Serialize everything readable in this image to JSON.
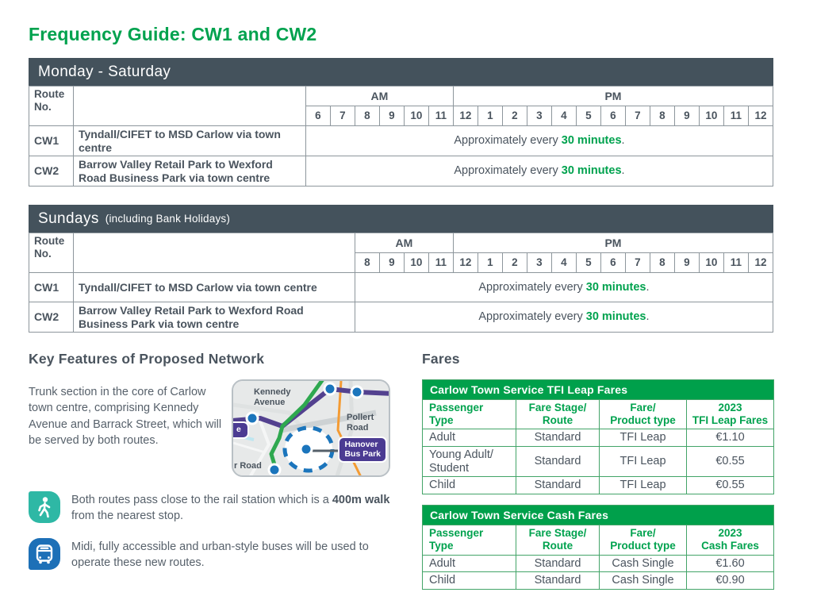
{
  "page_title": "Frequency Guide: CW1 and CW2",
  "colors": {
    "brand_green": "#00a24e",
    "banner_green": "#00a04b",
    "header_slate": "#44525c",
    "body_text": "#4a545e",
    "walk_icon_teal": "#2eb8a5",
    "bus_icon_blue": "#1d70b7",
    "map_route_purple": "#53418f",
    "map_route_green": "#2ea84f",
    "map_route_orange": "#f49b33",
    "map_stop_blue": "#1b75bc"
  },
  "monday_table": {
    "title": "Monday - Saturday",
    "route_no_header": "Route\nNo.",
    "am_label": "AM",
    "pm_label": "PM",
    "am_hours": [
      "6",
      "7",
      "8",
      "9",
      "10",
      "11"
    ],
    "pm_hours": [
      "12",
      "1",
      "2",
      "3",
      "4",
      "5",
      "6",
      "7",
      "8",
      "9",
      "10",
      "11",
      "12"
    ],
    "rows": [
      {
        "route": "CW1",
        "description": "Tyndall/CIFET to MSD Carlow via town centre",
        "freq_before": "Approximately every ",
        "freq_green": "30 minutes",
        "freq_after": "."
      },
      {
        "route": "CW2",
        "description": "Barrow Valley Retail Park to Wexford Road Business Park via town centre",
        "freq_before": "Approximately every ",
        "freq_green": "30 minutes",
        "freq_after": "."
      }
    ]
  },
  "sunday_table": {
    "title": "Sundays",
    "subtitle": "(including Bank Holidays)",
    "route_no_header": "Route\nNo.",
    "am_label": "AM",
    "pm_label": "PM",
    "am_hours": [
      "8",
      "9",
      "10",
      "11"
    ],
    "pm_hours": [
      "12",
      "1",
      "2",
      "3",
      "4",
      "5",
      "6",
      "7",
      "8",
      "9",
      "10",
      "11",
      "12"
    ],
    "rows": [
      {
        "route": "CW1",
        "description": "Tyndall/CIFET to MSD Carlow via town centre",
        "freq_before": "Approximately every ",
        "freq_green": "30 minutes",
        "freq_after": "."
      },
      {
        "route": "CW2",
        "description": "Barrow Valley Retail Park to Wexford Road Business Park via town centre",
        "freq_before": "Approximately every ",
        "freq_green": "30 minutes",
        "freq_after": "."
      }
    ]
  },
  "key_features": {
    "heading": "Key Features of Proposed Network",
    "paragraph": "Trunk section in the core of Carlow town centre, comprising Kennedy Avenue and Barrack Street, which will be served by both routes.",
    "map_labels": {
      "kennedy": "Kennedy\nAvenue",
      "pollerton": "Pollert\nRoad",
      "road": "r Road",
      "hanover": "Hanover\nBus Park",
      "cut_label": "e"
    },
    "bullets": [
      {
        "icon": "walk-icon",
        "before": "Both routes pass close to the rail station which is a ",
        "bold": "400m walk",
        "after": " from the nearest stop."
      },
      {
        "icon": "bus-icon",
        "before": "Midi, fully accessible and urban-style buses will be used to operate these new routes.",
        "bold": "",
        "after": ""
      }
    ]
  },
  "fares": {
    "heading": "Fares",
    "tables": [
      {
        "title": "Carlow Town Service TFI Leap Fares",
        "columns": [
          "Passenger\nType",
          "Fare Stage/\nRoute",
          "Fare/\nProduct type",
          "2023\nTFI Leap Fares"
        ],
        "rows": [
          [
            "Adult",
            "Standard",
            "TFI Leap",
            "€1.10"
          ],
          [
            "Young Adult/\nStudent",
            "Standard",
            "TFI Leap",
            "€0.55"
          ],
          [
            "Child",
            "Standard",
            "TFI Leap",
            "€0.55"
          ]
        ]
      },
      {
        "title": "Carlow Town Service Cash Fares",
        "columns": [
          "Passenger\nType",
          "Fare Stage/\nRoute",
          "Fare/\nProduct type",
          "2023\nCash Fares"
        ],
        "rows": [
          [
            "Adult",
            "Standard",
            "Cash Single",
            "€1.60"
          ],
          [
            "Child",
            "Standard",
            "Cash Single",
            "€0.90"
          ]
        ]
      }
    ]
  }
}
